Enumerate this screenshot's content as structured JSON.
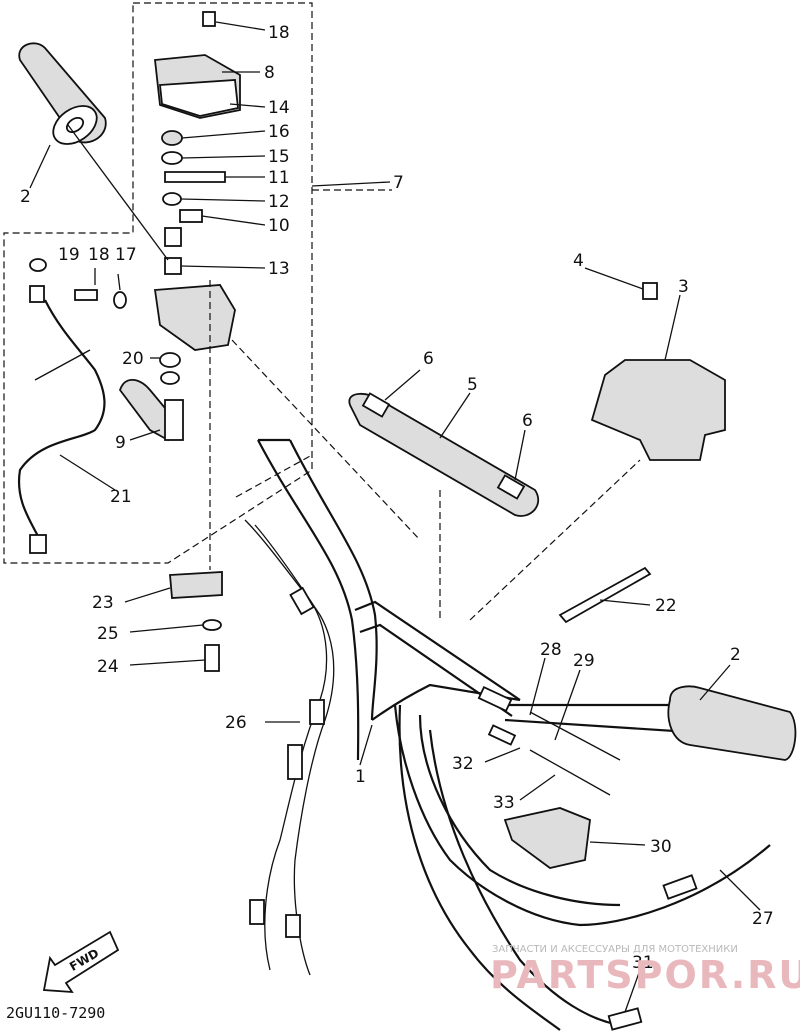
{
  "callouts": [
    {
      "id": "c18a",
      "text": "18"
    },
    {
      "id": "c8",
      "text": "8"
    },
    {
      "id": "c14",
      "text": "14"
    },
    {
      "id": "c16",
      "text": "16"
    },
    {
      "id": "c15",
      "text": "15"
    },
    {
      "id": "c11",
      "text": "11"
    },
    {
      "id": "c12",
      "text": "12"
    },
    {
      "id": "c10",
      "text": "10"
    },
    {
      "id": "c13",
      "text": "13"
    },
    {
      "id": "c7",
      "text": "7"
    },
    {
      "id": "c2a",
      "text": "2"
    },
    {
      "id": "c19",
      "text": "19"
    },
    {
      "id": "c18b",
      "text": "18"
    },
    {
      "id": "c17",
      "text": "17"
    },
    {
      "id": "c20",
      "text": "20"
    },
    {
      "id": "c9",
      "text": "9"
    },
    {
      "id": "c21",
      "text": "21"
    },
    {
      "id": "c4",
      "text": "4"
    },
    {
      "id": "c3",
      "text": "3"
    },
    {
      "id": "c6a",
      "text": "6"
    },
    {
      "id": "c5",
      "text": "5"
    },
    {
      "id": "c6b",
      "text": "6"
    },
    {
      "id": "c22",
      "text": "22"
    },
    {
      "id": "c23",
      "text": "23"
    },
    {
      "id": "c25",
      "text": "25"
    },
    {
      "id": "c24",
      "text": "24"
    },
    {
      "id": "c26",
      "text": "26"
    },
    {
      "id": "c1",
      "text": "1"
    },
    {
      "id": "c28",
      "text": "28"
    },
    {
      "id": "c29",
      "text": "29"
    },
    {
      "id": "c2b",
      "text": "2"
    },
    {
      "id": "c32",
      "text": "32"
    },
    {
      "id": "c33",
      "text": "33"
    },
    {
      "id": "c30",
      "text": "30"
    },
    {
      "id": "c27",
      "text": "27"
    },
    {
      "id": "c31",
      "text": "31"
    }
  ],
  "fwd_label": "FWD",
  "diagram_code": "2GU110-7290",
  "watermark": {
    "tagline": "ЗАПЧАСТИ И АКСЕССУАРЫ ДЛЯ МОТОТЕХНИКИ",
    "brand": "PARTSPOR.RU"
  }
}
